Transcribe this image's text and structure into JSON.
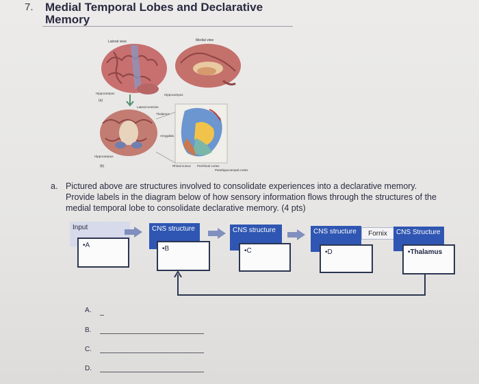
{
  "question": {
    "number": "7.",
    "title_line1": "Medial Temporal Lobes and Declarative",
    "title_line2": "Memory"
  },
  "figure": {
    "labels": {
      "lateral_view": "Lateral view",
      "medial_view": "Medial view",
      "hippocampus": "Hippocampus",
      "panel_a": "(a)",
      "panel_b": "(b)",
      "lateral_ventricle": "Lateral ventricle",
      "thalamus": "Thalamus",
      "hippocampus_2": "Hippocampus",
      "amygdala": "Amygdala",
      "rhinal_sulcus": "Rhinal sulcus",
      "perirhinal_cortex": "Perirhinal cortex",
      "parahippocampal_cortex": "Parahippocampal cortex"
    }
  },
  "part_a": {
    "letter": "a.",
    "prompt": "Pictured above are structures involved to consolidate experiences into a declarative memory. Provide labels in the diagram below of how sensory information flows through the structures of the medial temporal lobe to consolidate declarative memory. (4 pts)"
  },
  "flow": {
    "input": {
      "header": "Input",
      "bullet": "•A"
    },
    "b": {
      "header": "CNS structure",
      "bullet": "•B"
    },
    "c": {
      "header": "CNS structure",
      "bullet": "•C"
    },
    "d": {
      "header": "CNS structure",
      "bullet": "•D"
    },
    "fornix": "Fornix",
    "thalamus": {
      "header": "CNS Structure",
      "bullet": "•Thalamus"
    }
  },
  "answers": [
    {
      "letter": "A."
    },
    {
      "letter": "B."
    },
    {
      "letter": "C."
    },
    {
      "letter": "D."
    }
  ],
  "colors": {
    "header_blue": "#2f56b2",
    "arrow_blue": "#7f8fbe",
    "title": "#2a2a40"
  }
}
